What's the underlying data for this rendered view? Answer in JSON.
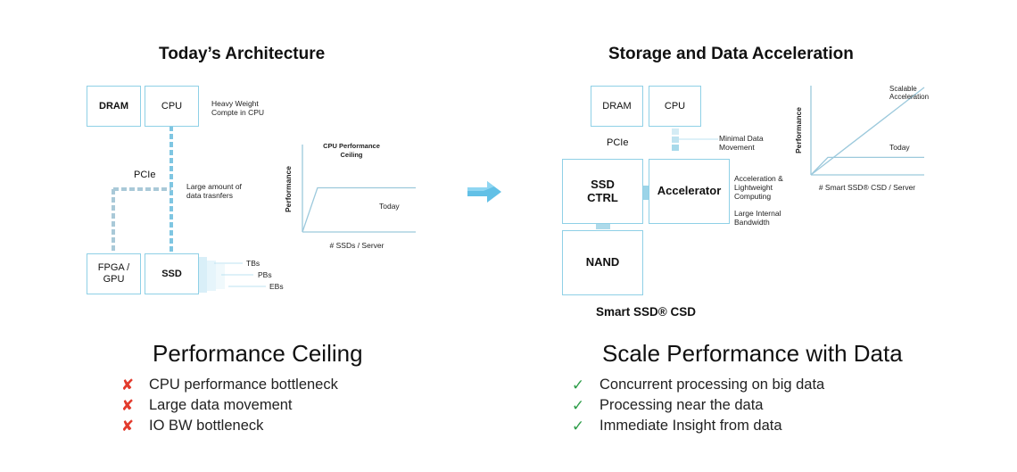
{
  "left": {
    "title": "Today’s Architecture",
    "boxes": {
      "dram": "DRAM",
      "cpu": "CPU",
      "fpga": "FPGA / GPU",
      "ssd": "SSD"
    },
    "notes": {
      "heavy": "Heavy Weight Compte in CPU",
      "pcie": "PCIe",
      "large": "Large amount of data trasnfers",
      "tbs": "TBs",
      "pbs": "PBs",
      "ebs": "EBs"
    },
    "chart": {
      "title": "CPU Performance Ceiling",
      "ylabel": "Performance",
      "xlabel": "# SSDs / Server",
      "series_label": "Today"
    }
  },
  "right": {
    "title": "Storage and Data Acceleration",
    "boxes": {
      "dram": "DRAM",
      "cpu": "CPU",
      "ssd_ctrl": "SSD CTRL",
      "accelerator": "Accelerator",
      "nand": "NAND"
    },
    "notes": {
      "pcie": "PCIe",
      "minimal": "Minimal Data Movement",
      "accel": "Acceleration & Lightweight Computing",
      "bandwidth": "Large Internal Bandwidth",
      "product": "Smart SSD® CSD"
    },
    "chart": {
      "ylabel": "Performance",
      "xlabel": "# Smart SSD® CSD / Server",
      "scalable_label": "Scalable Acceleration",
      "today_label": "Today"
    }
  },
  "summary_left": {
    "title": "Performance Ceiling",
    "items": [
      "CPU performance bottleneck",
      "Large data movement",
      "IO BW bottleneck"
    ]
  },
  "summary_right": {
    "title": "Scale Performance with Data",
    "items": [
      "Concurrent processing on big data",
      "Processing near the data",
      "Immediate Insight from data"
    ]
  },
  "chart_data": [
    {
      "type": "line",
      "title": "CPU Performance Ceiling",
      "xlabel": "# SSDs / Server",
      "ylabel": "Performance",
      "series": [
        {
          "name": "Today",
          "values": [
            0,
            0.5,
            0.5,
            0.5
          ]
        }
      ],
      "x": [
        0,
        1,
        2,
        3
      ]
    },
    {
      "type": "line",
      "title": "",
      "xlabel": "# Smart SSD® CSD / Server",
      "ylabel": "Performance",
      "series": [
        {
          "name": "Scalable Acceleration",
          "values": [
            0,
            1,
            2,
            3
          ]
        },
        {
          "name": "Today",
          "values": [
            0,
            0.6,
            0.6,
            0.6
          ]
        }
      ],
      "x": [
        0,
        1,
        2,
        3
      ]
    }
  ],
  "colors": {
    "box_border": "#8fd0e6",
    "dashed_line": "#9cc9dc",
    "accent": "#5bc3e8",
    "x_mark": "#e23a2c",
    "check_mark": "#2f9e4a"
  },
  "icons": {
    "arrow": "right-arrow-icon",
    "cross": "cross-icon",
    "check": "check-icon"
  }
}
